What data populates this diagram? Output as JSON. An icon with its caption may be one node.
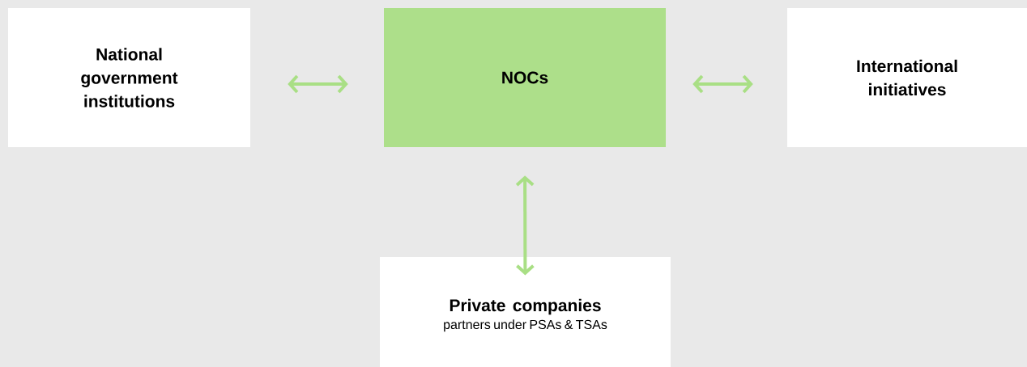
{
  "diagram": {
    "nodes": [
      {
        "text": [
          "National government institutions"
        ]
      },
      {
        "text": [
          "NOCs"
        ]
      },
      {
        "text": [
          "International initiatives"
        ]
      },
      {
        "text": [
          "Private companies",
          "partners under PSAs & TSAs"
        ]
      }
    ],
    "edges": [
      {
        "from": 0,
        "to": 1,
        "arrow": "both"
      },
      {
        "from": 1,
        "to": 2,
        "arrow": "both"
      },
      {
        "from": 1,
        "to": 3,
        "arrow": "both"
      }
    ]
  }
}
